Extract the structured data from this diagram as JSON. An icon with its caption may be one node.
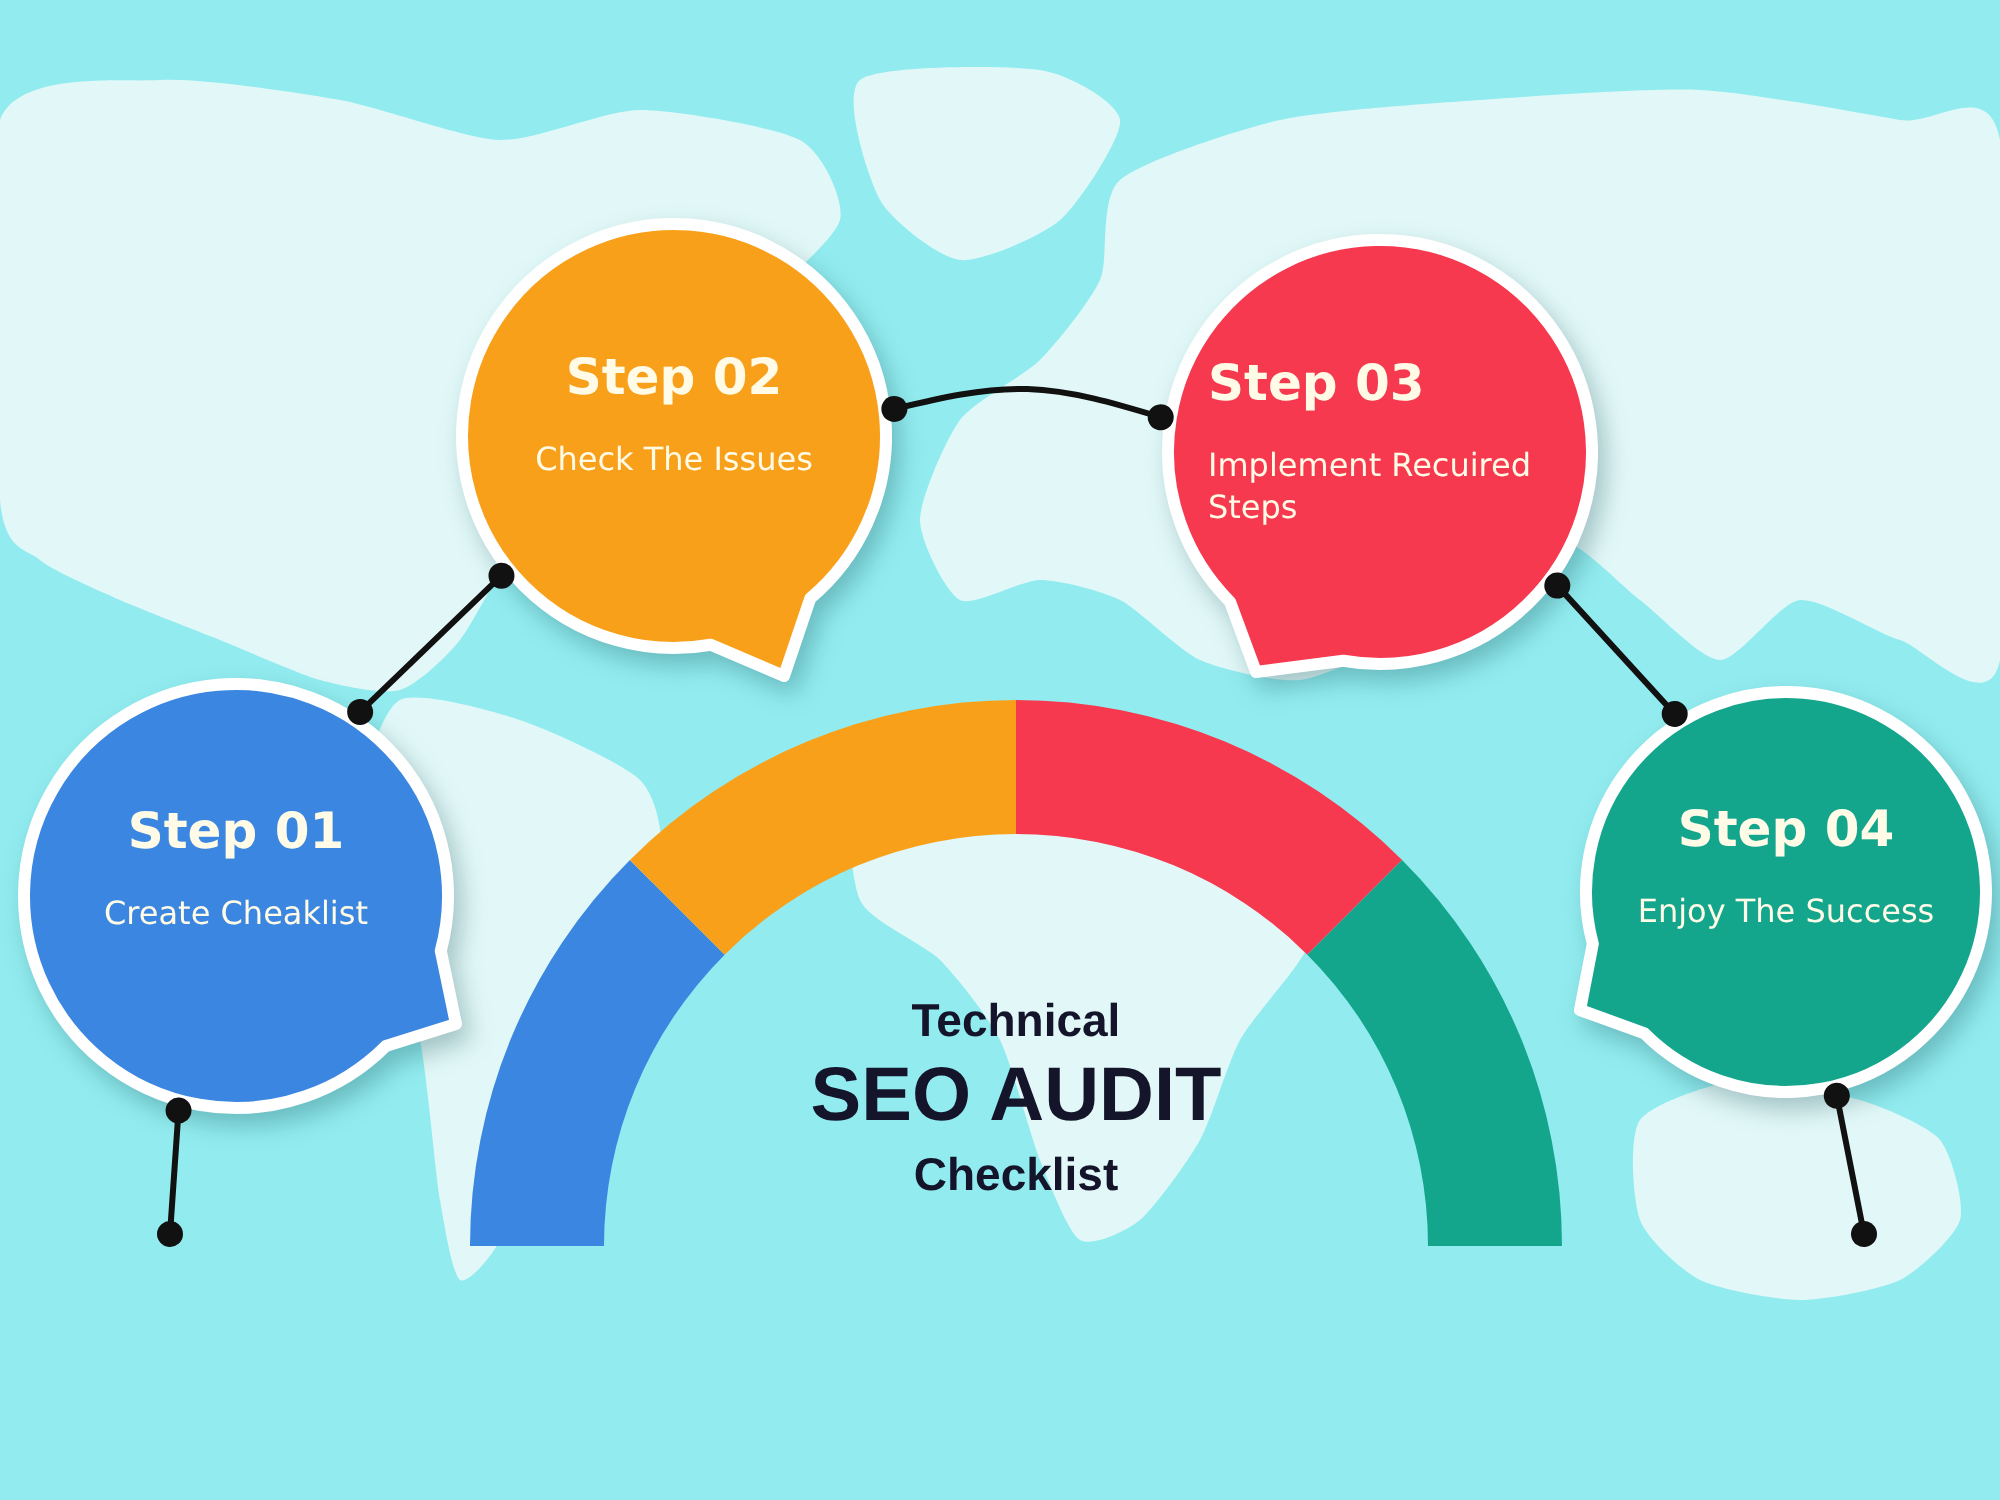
{
  "diagram": {
    "nodes": [
      {
        "text": [
          "Step 01",
          "Create Cheaklist"
        ]
      },
      {
        "text": [
          "Step 02",
          "Check The Issues"
        ]
      },
      {
        "text": [
          "Step 03",
          "Implement Recuired Steps"
        ]
      },
      {
        "text": [
          "Step 04",
          "Enjoy The Success"
        ]
      }
    ],
    "edges": [
      {
        "from": 0,
        "to": 1,
        "arrow": "other"
      },
      {
        "from": 1,
        "to": 2,
        "arrow": "other"
      },
      {
        "from": 2,
        "to": 3,
        "arrow": "other"
      },
      {
        "from": 0,
        "to": null,
        "arrow": "other"
      },
      {
        "from": 3,
        "to": null,
        "arrow": "other"
      }
    ],
    "labels": [
      "Technical",
      "SEO AUDIT",
      "Checklist"
    ]
  }
}
